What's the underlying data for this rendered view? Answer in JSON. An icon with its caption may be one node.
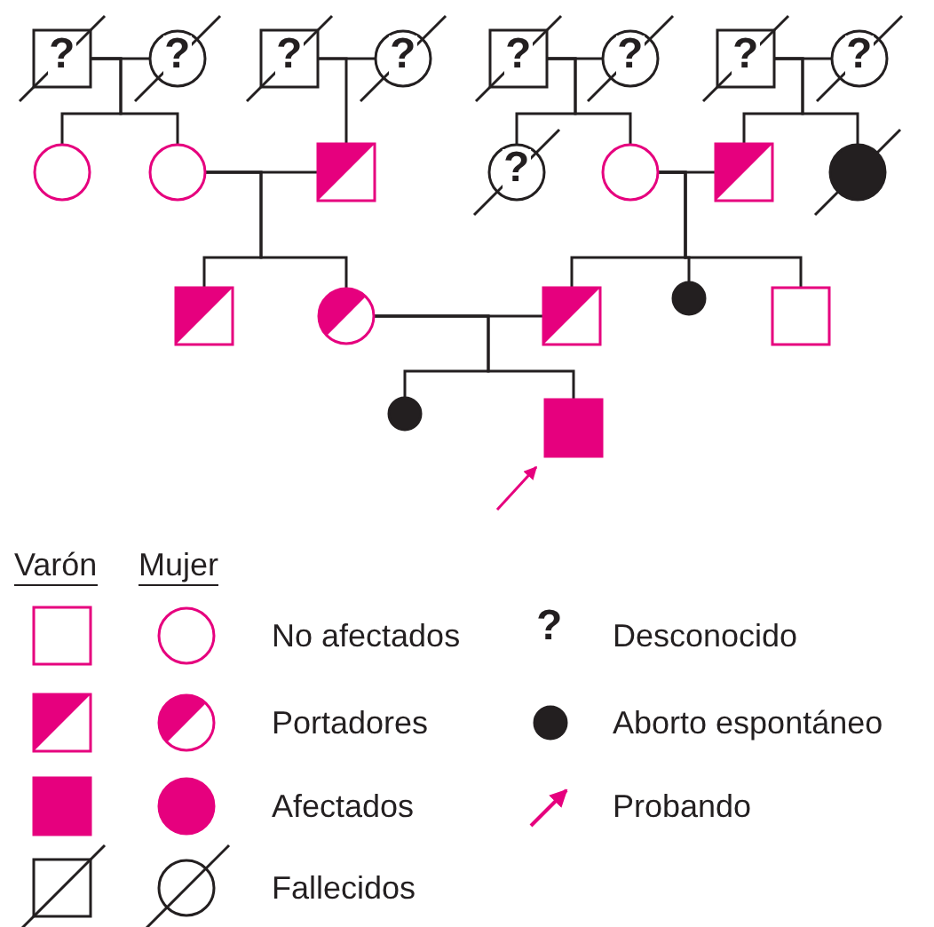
{
  "diagram": {
    "nodes": [
      {
        "text": [
          "?"
        ]
      },
      {
        "text": [
          "?"
        ]
      },
      {
        "text": [
          "?"
        ]
      },
      {
        "text": [
          "?"
        ]
      },
      {
        "text": [
          "?"
        ]
      },
      {
        "text": [
          "?"
        ]
      },
      {
        "text": [
          "?"
        ]
      },
      {
        "text": [
          "?"
        ]
      },
      {
        "text": [],
        "shape": "circle"
      },
      {
        "text": [],
        "shape": "circle"
      },
      {
        "text": [],
        "shape": "box"
      },
      {
        "text": [
          "?"
        ]
      },
      {
        "text": [],
        "shape": "circle"
      },
      {
        "text": [],
        "shape": "box"
      },
      {
        "text": [],
        "shape": "circle"
      },
      {
        "text": [],
        "shape": "box"
      },
      {
        "text": [],
        "shape": "circle"
      },
      {
        "text": [],
        "shape": "box"
      },
      {
        "text": [],
        "shape": "circle"
      },
      {
        "text": [],
        "shape": "box"
      },
      {
        "text": [],
        "shape": "circle"
      },
      {
        "text": [],
        "shape": "box"
      }
    ],
    "edges": [
      {
        "from": 0,
        "to": 1,
        "arrow": "none"
      },
      {
        "from": 2,
        "to": 3,
        "arrow": "none"
      },
      {
        "from": 4,
        "to": 5,
        "arrow": "none"
      },
      {
        "from": 6,
        "to": 7,
        "arrow": "none"
      },
      {
        "from": 0,
        "to": 8,
        "arrow": "none"
      },
      {
        "from": 0,
        "to": 9,
        "arrow": "none"
      },
      {
        "from": 2,
        "to": 10,
        "arrow": "none"
      },
      {
        "from": 4,
        "to": 11,
        "arrow": "none"
      },
      {
        "from": 4,
        "to": 12,
        "arrow": "none"
      },
      {
        "from": 6,
        "to": 13,
        "arrow": "none"
      },
      {
        "from": 6,
        "to": 14,
        "arrow": "none"
      },
      {
        "from": 9,
        "to": 10,
        "arrow": "none"
      },
      {
        "from": 12,
        "to": 13,
        "arrow": "none"
      },
      {
        "from": 9,
        "to": 15,
        "arrow": "none"
      },
      {
        "from": 9,
        "to": 16,
        "arrow": "none"
      },
      {
        "from": 12,
        "to": 17,
        "arrow": "none"
      },
      {
        "from": 12,
        "to": 18,
        "arrow": "none"
      },
      {
        "from": 12,
        "to": 19,
        "arrow": "none"
      },
      {
        "from": 16,
        "to": 17,
        "arrow": "none"
      },
      {
        "from": 16,
        "to": 20,
        "arrow": "none"
      },
      {
        "from": 16,
        "to": 21,
        "arrow": "none"
      },
      {
        "from": null,
        "to": 21,
        "arrow": "to",
        "color": "#e6007e"
      }
    ],
    "labels": [
      "Varón",
      "Mujer",
      "?"
    ],
    "legend": [
      {
        "text": "No afectados"
      },
      {
        "text": "Desconocido"
      },
      {
        "text": "Portadores"
      },
      {
        "text": "Aborto espontáneo"
      },
      {
        "text": "Afectados"
      },
      {
        "text": "Probando"
      },
      {
        "text": "Fallecidos"
      }
    ]
  }
}
